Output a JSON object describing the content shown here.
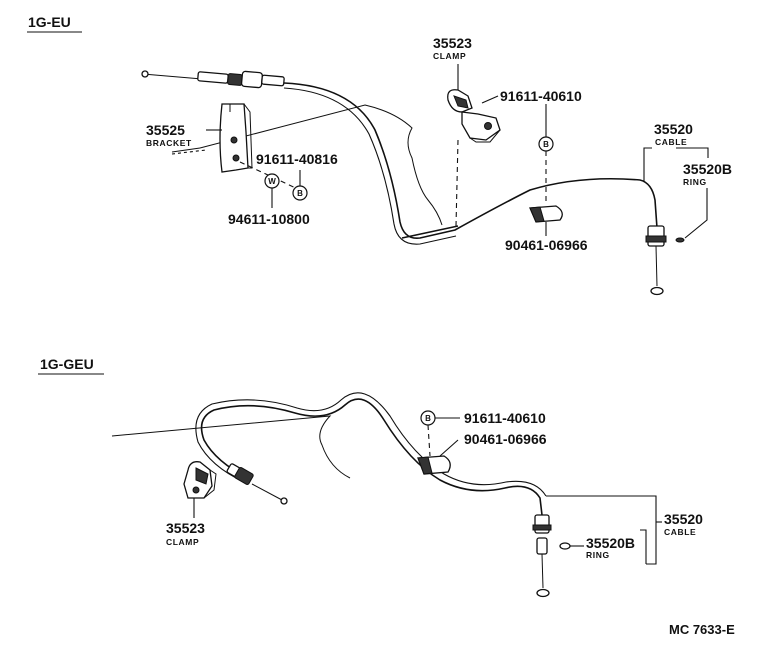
{
  "sections": {
    "eu": {
      "title": "1G-EU"
    },
    "geu": {
      "title": "1G-GEU"
    }
  },
  "eu": {
    "clamp_number": "35523",
    "clamp_label": "CLAMP",
    "bolt_number": "91611-40610",
    "bracket_number": "35525",
    "bracket_label": "BRACKET",
    "bracket_bolt_number": "91611-40816",
    "washer_number": "94611-10800",
    "cable_number": "35520",
    "cable_label": "CABLE",
    "ring_number": "35520B",
    "ring_label": "RING",
    "cushion_number": "90461-06966",
    "bolt_symbol": "B",
    "washer_symbol": "W"
  },
  "geu": {
    "bolt_number": "91611-40610",
    "cushion_number": "90461-06966",
    "clamp_number": "35523",
    "clamp_label": "CLAMP",
    "cable_number": "35520",
    "cable_label": "CABLE",
    "ring_number": "35520B",
    "ring_label": "RING",
    "bolt_symbol": "B"
  },
  "footer": {
    "code": "MC 7633-E"
  }
}
